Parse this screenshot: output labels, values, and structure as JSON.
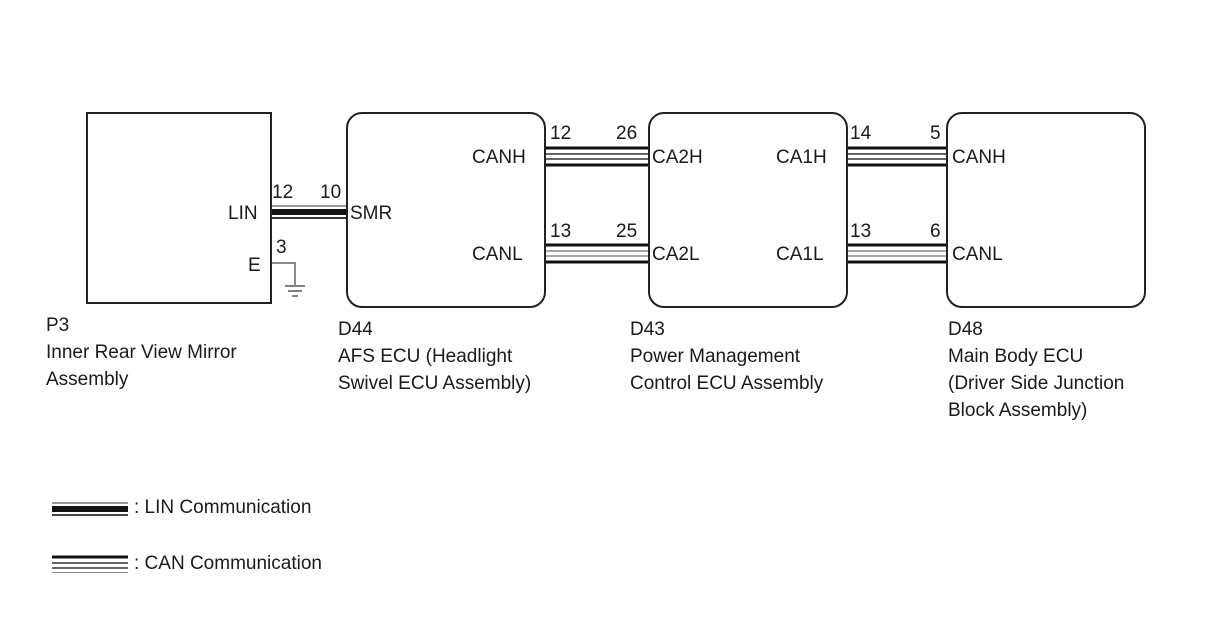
{
  "components": {
    "p3": {
      "code": "P3",
      "name_lines": [
        "Inner Rear View Mirror",
        "Assembly"
      ],
      "pins": {
        "lin_label": "LIN",
        "lin_pin": "12",
        "e_label": "E",
        "e_pin": "3"
      }
    },
    "d44": {
      "code": "D44",
      "name_lines": [
        "AFS ECU (Headlight",
        "Swivel ECU Assembly)"
      ],
      "pins": {
        "smr_label": "SMR",
        "smr_pin": "10",
        "canh_label": "CANH",
        "canh_pin": "12",
        "canl_label": "CANL",
        "canl_pin": "13"
      }
    },
    "d43": {
      "code": "D43",
      "name_lines": [
        "Power Management",
        "Control ECU Assembly"
      ],
      "pins": {
        "ca2h_label": "CA2H",
        "ca2h_pin": "26",
        "ca2l_label": "CA2L",
        "ca2l_pin": "25",
        "ca1h_label": "CA1H",
        "ca1h_pin": "14",
        "ca1l_label": "CA1L",
        "ca1l_pin": "13"
      }
    },
    "d48": {
      "code": "D48",
      "name_lines": [
        "Main Body ECU",
        "(Driver Side Junction",
        "Block Assembly)"
      ],
      "pins": {
        "canh_label": "CANH",
        "canh_pin": "5",
        "canl_label": "CANL",
        "canl_pin": "6"
      }
    }
  },
  "connections": [
    {
      "type": "LIN",
      "from": "P3.LIN(12)",
      "to": "D44.SMR(10)"
    },
    {
      "type": "CAN",
      "from": "D44.CANH(12)",
      "to": "D43.CA2H(26)"
    },
    {
      "type": "CAN",
      "from": "D44.CANL(13)",
      "to": "D43.CA2L(25)"
    },
    {
      "type": "CAN",
      "from": "D43.CA1H(14)",
      "to": "D48.CANH(5)"
    },
    {
      "type": "CAN",
      "from": "D43.CA1L(13)",
      "to": "D48.CANL(6)"
    },
    {
      "type": "Ground",
      "from": "P3.E(3)",
      "to": "GND"
    }
  ],
  "legend": {
    "lin": ": LIN Communication",
    "can": ": CAN Communication"
  },
  "colors": {
    "line": "#111111",
    "line_gray": "#8a8a8a"
  }
}
